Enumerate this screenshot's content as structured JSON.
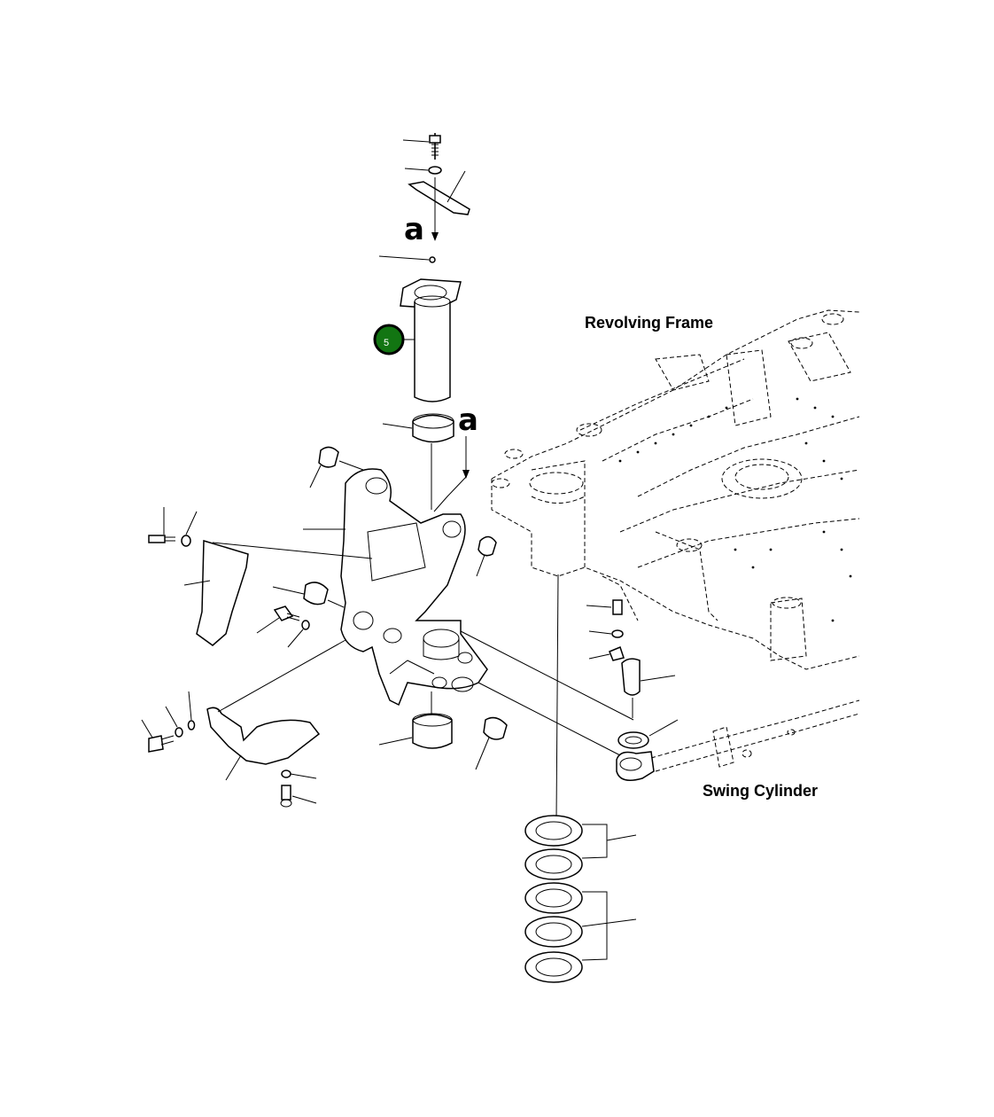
{
  "labels": {
    "revolving_frame": "Revolving Frame",
    "swing_cylinder": "Swing Cylinder",
    "ref_a_top": "a",
    "ref_a_right": "a"
  },
  "callouts": [
    {
      "number": "5",
      "color": "#127512"
    }
  ]
}
